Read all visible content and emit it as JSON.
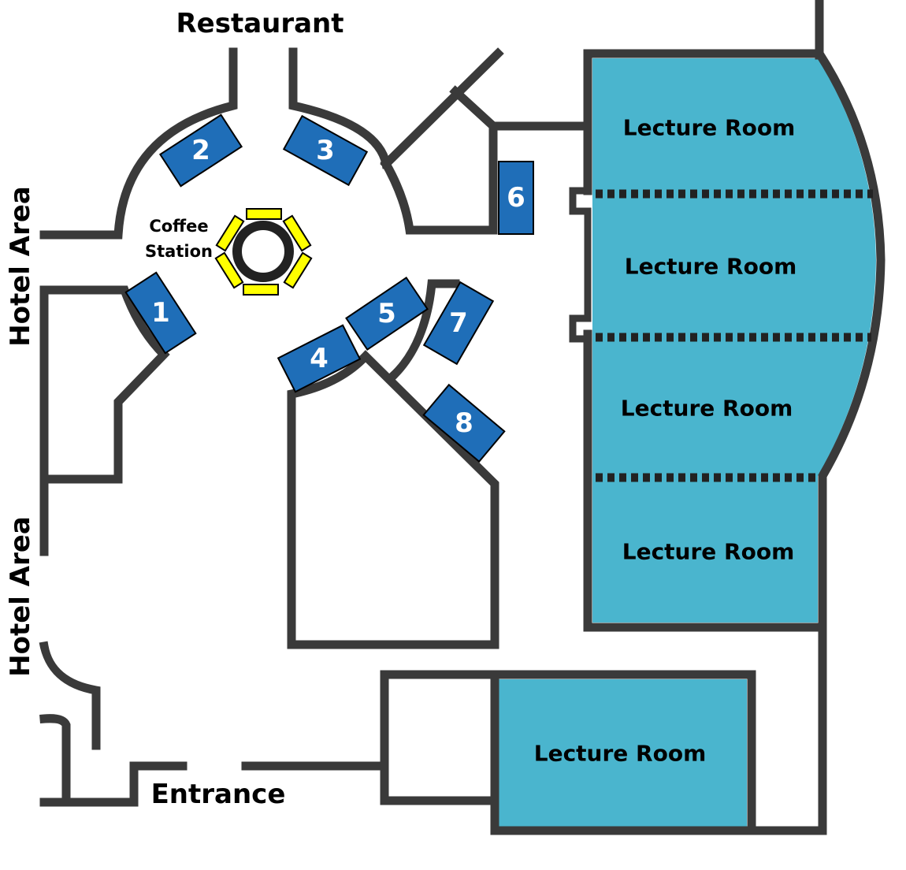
{
  "map": {
    "labels": {
      "restaurant": "Restaurant",
      "hotel_area_top": "Hotel Area",
      "hotel_area_bottom": "Hotel Area",
      "entrance": "Entrance",
      "coffee_line1": "Coffee",
      "coffee_line2": "Station"
    },
    "lecture_rooms": [
      {
        "label": "Lecture Room"
      },
      {
        "label": "Lecture Room"
      },
      {
        "label": "Lecture Room"
      },
      {
        "label": "Lecture Room"
      },
      {
        "label": "Lecture Room"
      }
    ],
    "booths": [
      {
        "number": "1"
      },
      {
        "number": "2"
      },
      {
        "number": "3"
      },
      {
        "number": "4"
      },
      {
        "number": "5"
      },
      {
        "number": "6"
      },
      {
        "number": "7"
      },
      {
        "number": "8"
      }
    ],
    "colors": {
      "booth": "#1f6eb8",
      "lecture_room": "#4ab5ce",
      "coffee_seat": "#ffff00",
      "wall": "#3a3a3a"
    }
  }
}
